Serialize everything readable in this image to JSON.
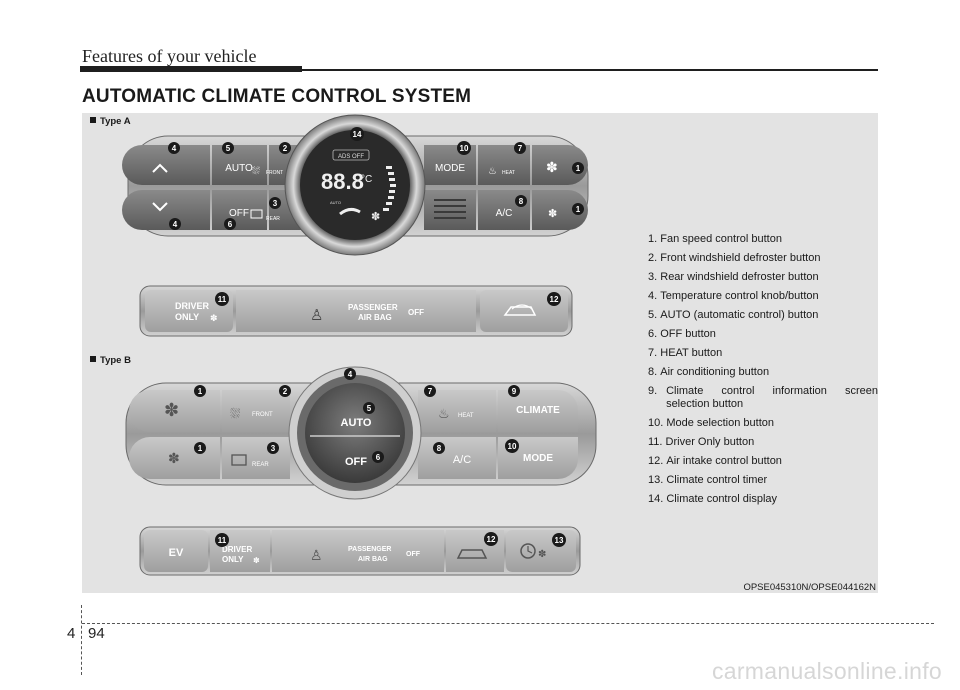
{
  "header": {
    "section_title": "Features of your vehicle"
  },
  "page_title": "AUTOMATIC CLIMATE CONTROL SYSTEM",
  "figure": {
    "type_a_label": "Type A",
    "type_b_label": "Type B",
    "code": "OPSE045310N/OPSE044162N",
    "panel_a": {
      "auto": "AUTO",
      "off": "OFF",
      "front": "FRONT",
      "rear": "REAR",
      "mode": "MODE",
      "heat": "HEAT",
      "ac": "A/C",
      "ads_off": "ADS OFF",
      "temp_digits": "88.8",
      "temp_unit": "°C",
      "auto_small": "AUTO",
      "driver": "DRIVER",
      "only": "ONLY",
      "passenger": "PASSENGER",
      "air_bag": "AIR BAG",
      "bag_off": "OFF"
    },
    "panel_b": {
      "front": "FRONT",
      "rear": "REAR",
      "heat": "HEAT",
      "ac": "A/C",
      "climate": "CLIMATE",
      "mode": "MODE",
      "auto": "AUTO",
      "off": "OFF",
      "ev": "EV",
      "driver": "DRIVER",
      "only": "ONLY",
      "passenger": "PASSENGER",
      "air_bag": "AIR BAG",
      "bag_off": "OFF"
    },
    "callouts_a": [
      "4",
      "5",
      "2",
      "14",
      "10",
      "7",
      "1",
      "3",
      "8",
      "1",
      "4",
      "6",
      "11",
      "12"
    ],
    "callouts_b": [
      "1",
      "2",
      "4",
      "7",
      "9",
      "5",
      "1",
      "3",
      "6",
      "8",
      "10",
      "11",
      "12",
      "13"
    ]
  },
  "legend": [
    {
      "num": "1.",
      "text": "Fan speed control button"
    },
    {
      "num": "2.",
      "text": "Front windshield defroster button"
    },
    {
      "num": "3.",
      "text": "Rear windshield defroster button"
    },
    {
      "num": "4.",
      "text": "Temperature control knob/button"
    },
    {
      "num": "5.",
      "text": "AUTO (automatic control) button"
    },
    {
      "num": "6.",
      "text": "OFF button"
    },
    {
      "num": "7.",
      "text": "HEAT button"
    },
    {
      "num": "8.",
      "text": "Air conditioning button"
    },
    {
      "num": "9.",
      "text": "Climate control information screen selection button"
    },
    {
      "num": "10.",
      "text": "Mode selection button"
    },
    {
      "num": "11.",
      "text": "Driver Only button"
    },
    {
      "num": "12.",
      "text": "Air intake control button"
    },
    {
      "num": "13.",
      "text": "Climate control timer"
    },
    {
      "num": "14.",
      "text": "Climate control display"
    }
  ],
  "footer": {
    "chapter": "4",
    "page": "94"
  },
  "watermark": "carmanualsonline.info",
  "colors": {
    "callout": "#1a1a1a",
    "panel": "#bdbdbd",
    "panel_dark": "#4a4a4a",
    "figure_bg": "#e3e3e3"
  }
}
